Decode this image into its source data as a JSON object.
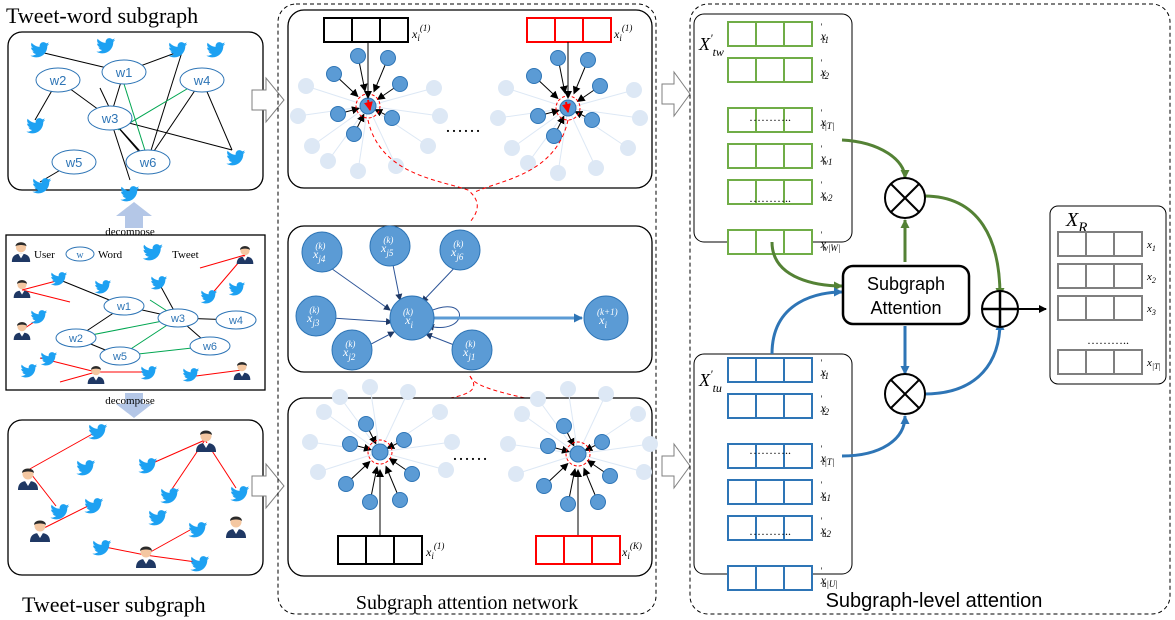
{
  "left": {
    "tweet_word_title": "Tweet-word subgraph",
    "tweet_user_title": "Tweet-user subgraph",
    "decompose_label": "decompose",
    "legend": {
      "user": "User",
      "word_symbol": "w",
      "word": "Word",
      "tweet": "Tweet"
    },
    "tw_nodes": [
      "w1",
      "w2",
      "w3",
      "w4",
      "w5",
      "w6"
    ]
  },
  "middle": {
    "title": "Subgraph attention network",
    "ellipsis": "……",
    "x_first": "x",
    "x_first_sub": "i",
    "x_first_sup": "(1)",
    "x_last_sup": "(K)",
    "center_node": {
      "base": "x",
      "sub": "i",
      "sup": "(k)"
    },
    "out_node": {
      "base": "x",
      "sub": "i",
      "sup": "(k+1)"
    },
    "neighbors": [
      {
        "base": "x",
        "sub": "j4",
        "sup": "(k)"
      },
      {
        "base": "x",
        "sub": "j5",
        "sup": "(k)"
      },
      {
        "base": "x",
        "sub": "j6",
        "sup": "(k)"
      },
      {
        "base": "x",
        "sub": "j3",
        "sup": "(k)"
      },
      {
        "base": "x",
        "sub": "j2",
        "sup": "(k)"
      },
      {
        "base": "x",
        "sub": "j1",
        "sup": "(k)"
      }
    ]
  },
  "right": {
    "title": "Subgraph-level attention",
    "attention_label_1": "Subgraph",
    "attention_label_2": "Attention",
    "xtw": {
      "base": "X",
      "prime": "'",
      "sub": "tw"
    },
    "xtu": {
      "base": "X",
      "prime": "'",
      "sub": "tu"
    },
    "xr": {
      "base": "X",
      "sub": "R"
    },
    "dots": "………..",
    "tw_rows": [
      {
        "sub": "t1"
      },
      {
        "sub": "t2"
      },
      {
        "sub": "t|T|"
      },
      {
        "sub": "w1"
      },
      {
        "sub": "w2"
      },
      {
        "sub": "w|W|"
      }
    ],
    "tu_rows": [
      {
        "sub": "t1"
      },
      {
        "sub": "t2"
      },
      {
        "sub": "t|T|"
      },
      {
        "sub": "u1"
      },
      {
        "sub": "u2"
      },
      {
        "sub": "u|U|"
      }
    ],
    "xr_rows": [
      {
        "label": "x",
        "sub": "1"
      },
      {
        "label": "x",
        "sub": "2"
      },
      {
        "label": "x",
        "sub": "3"
      },
      {
        "label": "x",
        "sub": "|T|"
      }
    ]
  },
  "colors": {
    "blue_node": "#5b9bd5",
    "blue_dark": "#2e75b6",
    "faint_node": "#dde8f5",
    "green": "#548235",
    "red": "#ff0000",
    "vector_green": "#70ad47",
    "vector_blue": "#2e75b6",
    "twitter_blue": "#1da1f2",
    "gray": "#7f7f7f"
  }
}
